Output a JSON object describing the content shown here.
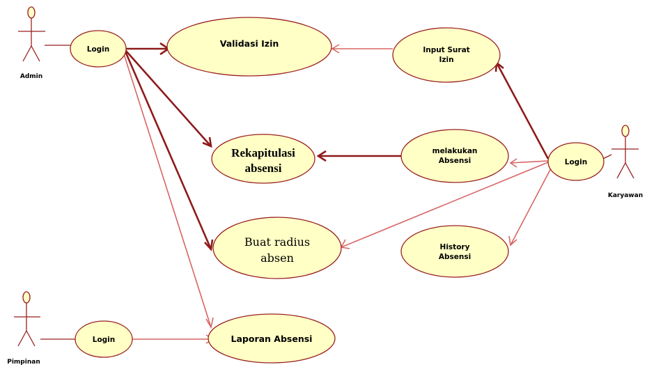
{
  "actors": {
    "admin": "Admin",
    "pimpinan": "Pimpinan",
    "karyawan": "Karyawan"
  },
  "use_cases": {
    "login_admin": "Login",
    "login_pimpinan": "Login",
    "login_karyawan": "Login",
    "validasi_izin": "Validasi Izin",
    "rekapitulasi_line1": "Rekapitulasi",
    "rekapitulasi_line2": "absensi",
    "buat_radius_line1": "Buat radius",
    "buat_radius_line2": "absen",
    "laporan_absensi": "Laporan Absensi",
    "input_surat_line1": "Input Surat",
    "input_surat_line2": "Izin",
    "melakukan_line1": "melakukan",
    "melakukan_line2": "Absensi",
    "history_line1": "History",
    "history_line2": "Absensi"
  }
}
